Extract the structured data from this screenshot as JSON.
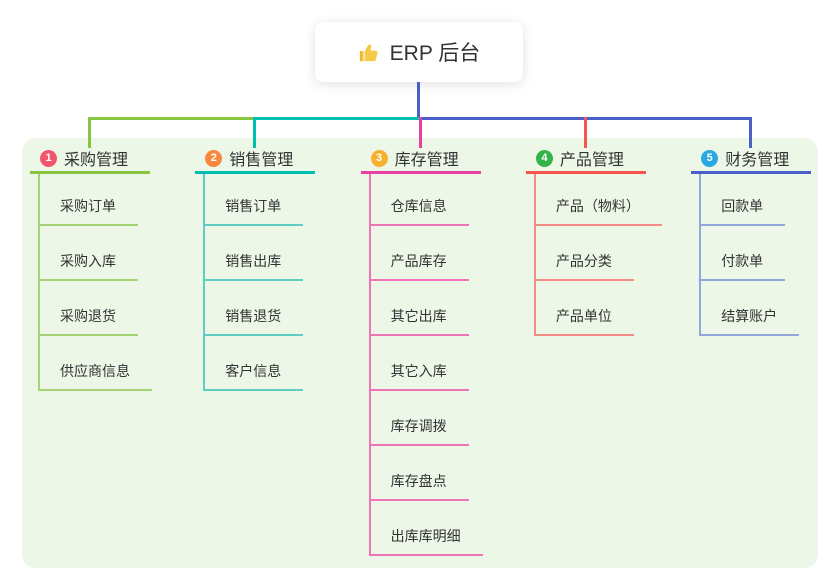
{
  "root": {
    "label": "ERP 后台",
    "icon": "thumbs-up-icon",
    "icon_color": "#f7c948",
    "line_color": "#4a5fc9"
  },
  "canvas": {
    "background": "#ffffff",
    "panel_background": "#ecf7e8"
  },
  "branches": [
    {
      "badge": "1",
      "label": "采购管理",
      "badge_color": "#f2566b",
      "line_color": "#89c540",
      "line_color_light": "#a6d378",
      "children": [
        "采购订单",
        "采购入库",
        "采购退货",
        "供应商信息"
      ]
    },
    {
      "badge": "2",
      "label": "销售管理",
      "badge_color": "#f8883e",
      "line_color": "#00bfb0",
      "line_color_light": "#5fcdc2",
      "children": [
        "销售订单",
        "销售出库",
        "销售退货",
        "客户信息"
      ]
    },
    {
      "badge": "3",
      "label": "库存管理",
      "badge_color": "#f7b12f",
      "line_color": "#e83fa2",
      "line_color_light": "#ee74b8",
      "children": [
        "仓库信息",
        "产品库存",
        "其它出库",
        "其它入库",
        "库存调拨",
        "库存盘点",
        "出库库明细"
      ]
    },
    {
      "badge": "4",
      "label": "产品管理",
      "badge_color": "#33b348",
      "line_color": "#f4554f",
      "line_color_light": "#f58c86",
      "children": [
        "产品（物料）",
        "产品分类",
        "产品单位"
      ]
    },
    {
      "badge": "5",
      "label": "财务管理",
      "badge_color": "#29a9e1",
      "line_color": "#4a5fc9",
      "line_color_light": "#93a6dc",
      "children": [
        "回款单",
        "付款单",
        "结算账户"
      ]
    }
  ]
}
